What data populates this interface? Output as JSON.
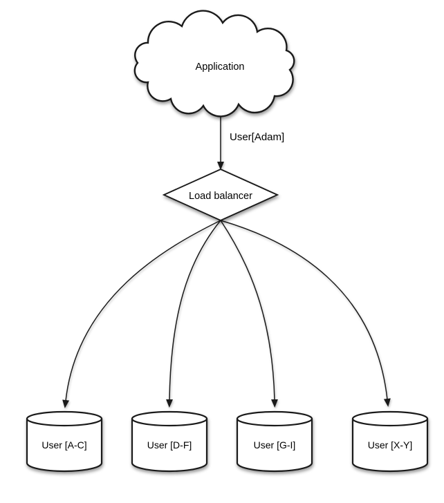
{
  "diagram": {
    "application": {
      "label": "Application",
      "shape": "cloud"
    },
    "request": {
      "label": "User[Adam]"
    },
    "load_balancer": {
      "label": "Load balancer",
      "shape": "diamond"
    },
    "shards": [
      {
        "label": "User [A-C]",
        "shape": "cylinder"
      },
      {
        "label": "User [D-F]",
        "shape": "cylinder"
      },
      {
        "label": "User [G-I]",
        "shape": "cylinder"
      },
      {
        "label": "User [X-Y]",
        "shape": "cylinder"
      }
    ],
    "colors": {
      "stroke": "#1a1a1a",
      "node_fill": "#ffffff",
      "text": "#000000",
      "background": "#ffffff"
    }
  }
}
